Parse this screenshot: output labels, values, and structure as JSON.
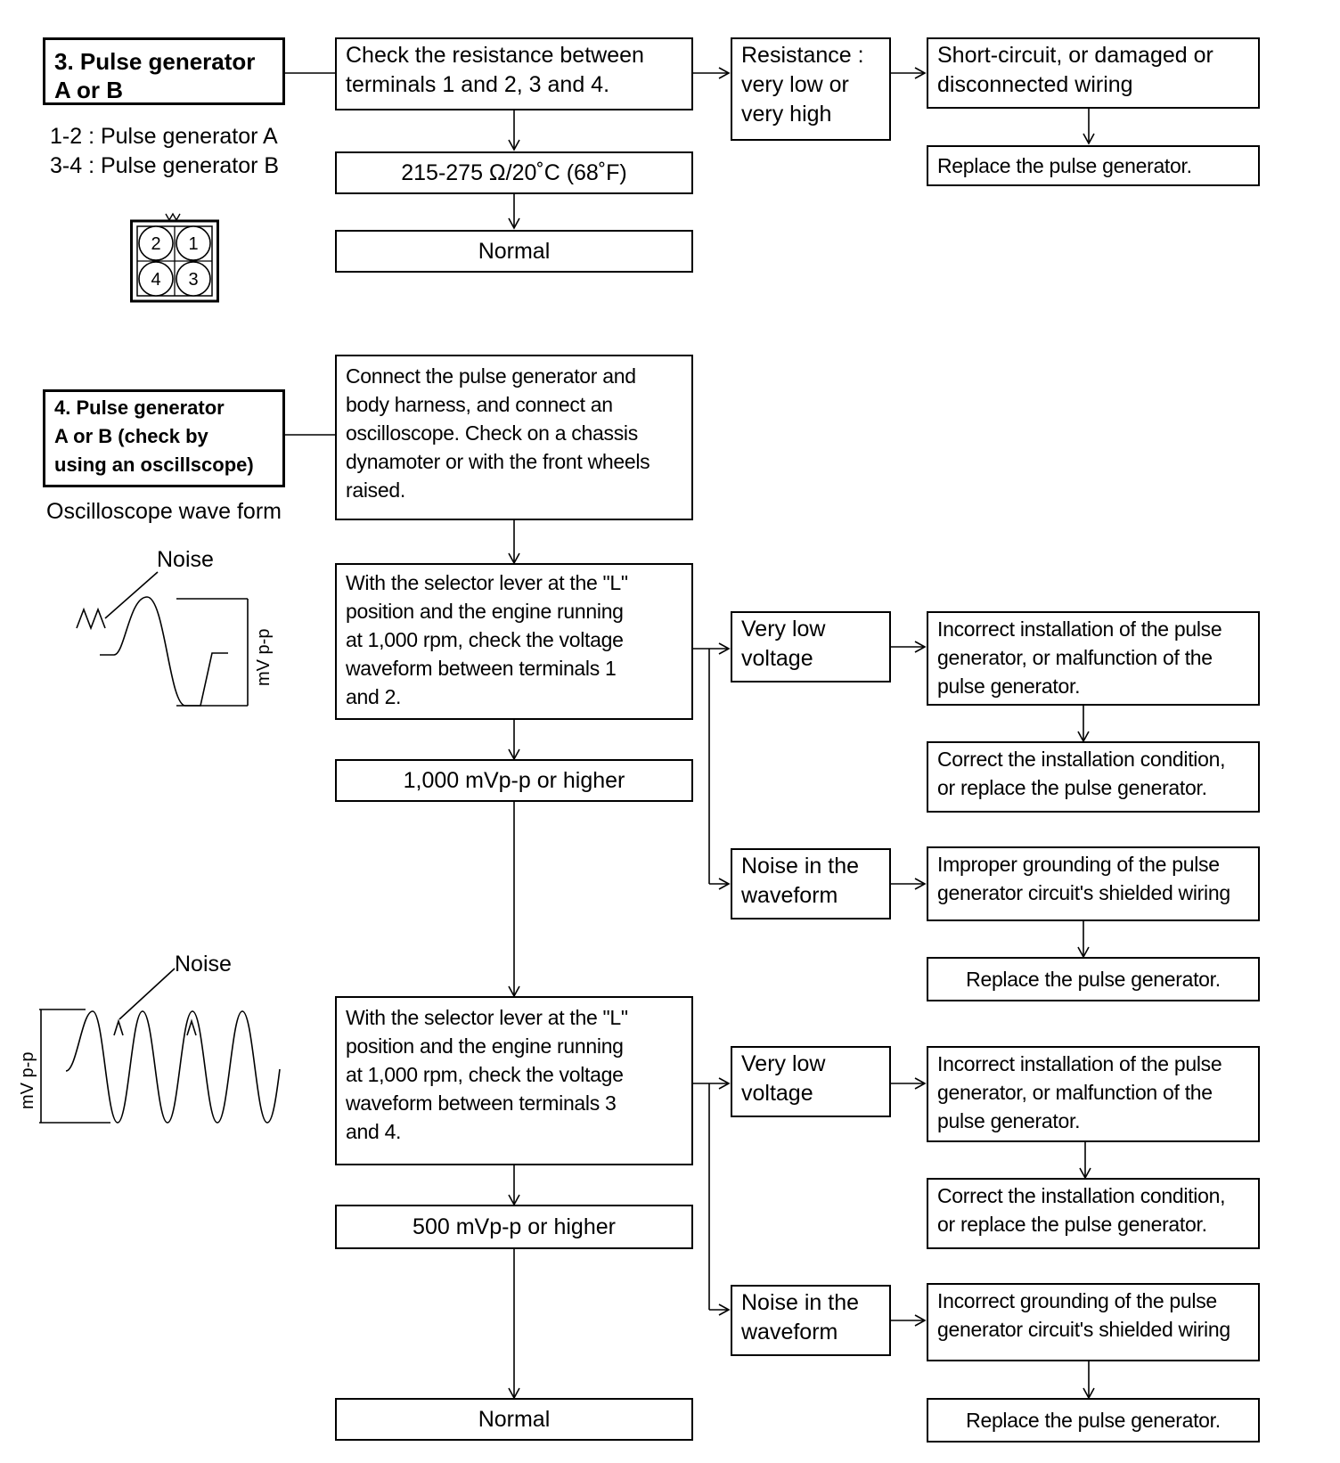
{
  "section3": {
    "title": "3. Pulse generator\n    A or B",
    "legend_1_2": "1-2 : Pulse generator A",
    "legend_3_4": "3-4 : Pulse generator B",
    "connector_terminals": [
      "2",
      "1",
      "4",
      "3"
    ],
    "check": "Check the resistance between\nterminals 1 and 2, 3 and 4.",
    "spec": "215-275 Ω/20˚C (68˚F)",
    "normal": "Normal",
    "fail_condition": "Resistance :\nvery low or\nvery high",
    "fail_cause": "Short-circuit, or damaged or\ndisconnected wiring",
    "fail_action": "Replace the pulse generator."
  },
  "section4": {
    "title": "4. Pulse generator\n    A or B (check by\n    using an oscillscope)",
    "waveform_caption": "Oscilloscope wave form",
    "wave1_noise_label": "Noise",
    "wave1_axis_label": "mV p-p",
    "wave2_noise_label": "Noise",
    "wave2_axis_label": "mV p-p",
    "connect": "Connect the pulse generator and\nbody harness, and connect an\noscilloscope. Check on a chassis\ndynamoter or with the front wheels\nraised.",
    "check_1_2": "With the selector lever at the \"L\"\nposition and the engine running\nat 1,000 rpm, check the voltage\nwaveform between terminals 1\nand 2.",
    "spec_1_2": "1,000 mVp-p or higher",
    "check_3_4": "With the selector lever at the \"L\"\nposition and the engine running\nat 1,000 rpm, check the voltage\nwaveform between terminals 3\nand 4.",
    "spec_3_4": "500 mVp-p or higher",
    "normal": "Normal",
    "branch_a": {
      "low_label": "Very low\nvoltage",
      "low_cause": "Incorrect installation of the pulse\ngenerator, or malfunction of the\npulse generator.",
      "low_action": "Correct the installation condition,\nor replace the pulse generator.",
      "noise_label": "Noise in the\nwaveform",
      "noise_cause": "Improper grounding of the pulse\ngenerator circuit's shielded wiring",
      "noise_action": "Replace the pulse generator."
    },
    "branch_b": {
      "low_label": "Very low\nvoltage",
      "low_cause": "Incorrect installation of the pulse\ngenerator, or malfunction of the\npulse generator.",
      "low_action": "Correct the installation condition,\nor replace the pulse generator.",
      "noise_label": "Noise in the\nwaveform",
      "noise_cause": "Incorrect grounding of the pulse\ngenerator circuit's shielded wiring",
      "noise_action": "Replace the pulse generator."
    }
  }
}
